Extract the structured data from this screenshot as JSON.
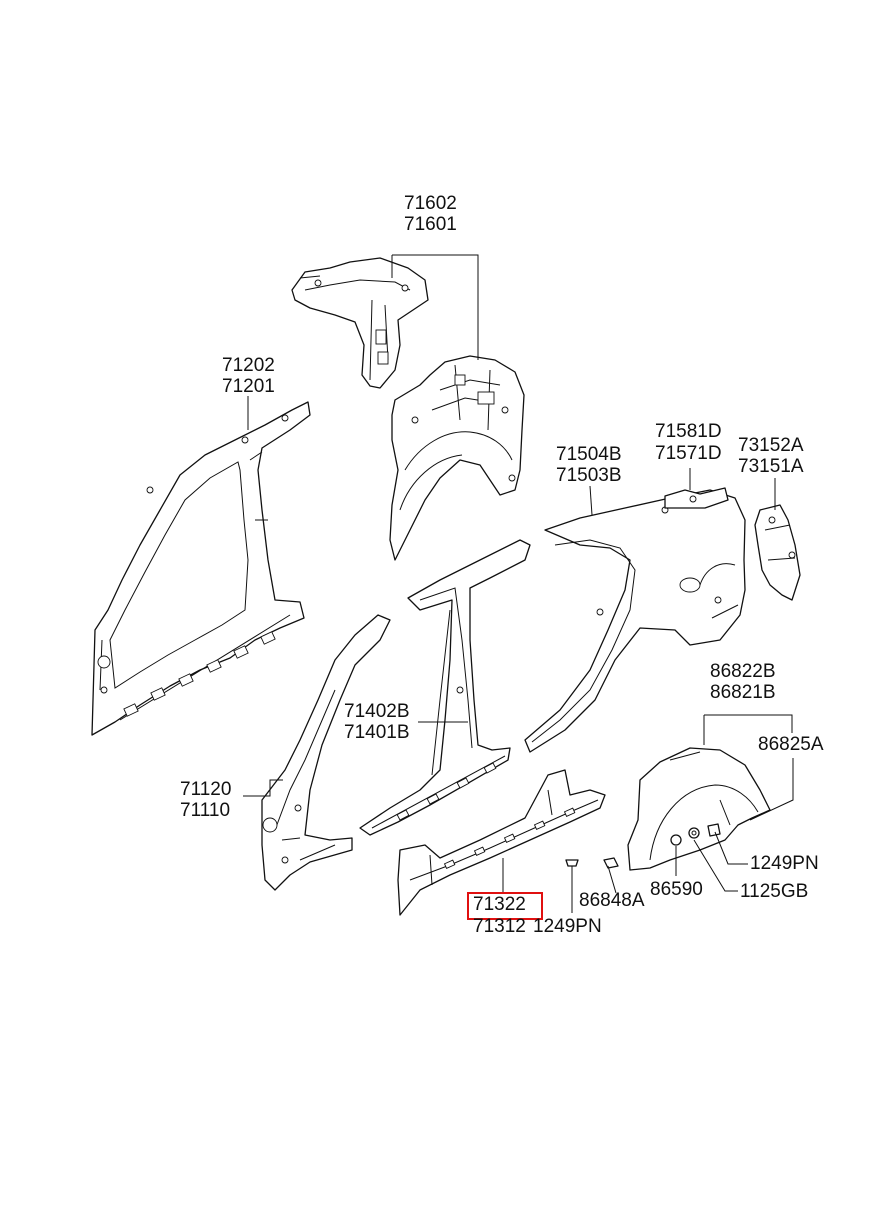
{
  "diagram": {
    "labels": {
      "l71602": "71602",
      "l71601": "71601",
      "l71202": "71202",
      "l71201": "71201",
      "l71504B": "71504B",
      "l71503B": "71503B",
      "l71581D": "71581D",
      "l71571D": "71571D",
      "l73152A": "73152A",
      "l73151A": "73151A",
      "l86822B": "86822B",
      "l86821B": "86821B",
      "l86825A": "86825A",
      "l71402B": "71402B",
      "l71401B": "71401B",
      "l71120": "71120",
      "l71110": "71110",
      "l1249PN_a": "1249PN",
      "l86848A": "86848A",
      "l86590": "86590",
      "l1125GB": "1125GB",
      "l71322": "71322",
      "l71312": "71312",
      "l1249PN_b": "1249PN"
    },
    "highlight": {
      "part": "71322",
      "color": "#e01010"
    }
  }
}
